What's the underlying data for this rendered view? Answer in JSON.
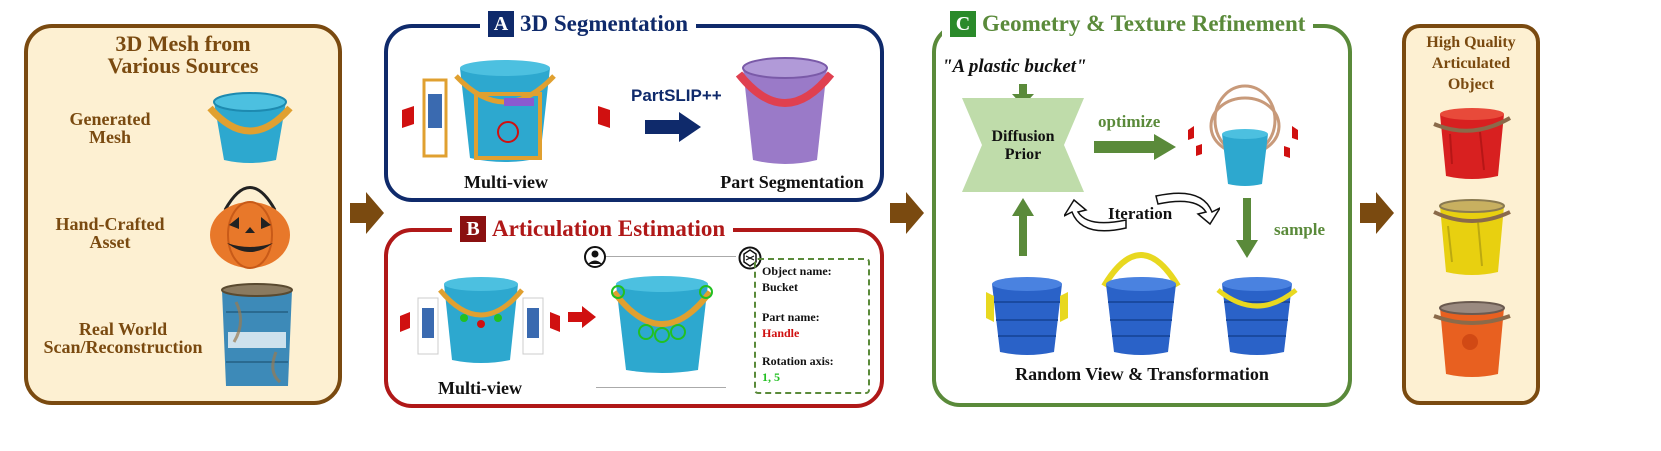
{
  "colors": {
    "brown": "#7a4a10",
    "cream": "#fdf0d2",
    "navy": "#0f2a6b",
    "red": "#b01818",
    "green": "#5a8a3a",
    "bucket_blue": "#2da8cf",
    "handle_orange": "#e0a030",
    "purple": "#9a7ac8",
    "prior_green": "#bfdcaa",
    "accent_red": "#d01010",
    "axis_green": "#22c022"
  },
  "left": {
    "title_line1": "3D Mesh from",
    "title_line2": "Various Sources",
    "items": [
      {
        "line1": "Generated",
        "line2": "Mesh"
      },
      {
        "line1": "Hand-Crafted",
        "line2": "Asset"
      },
      {
        "line1": "Real World",
        "line2": "Scan/Reconstruction"
      }
    ]
  },
  "panel_a": {
    "badge": "A",
    "title": "3D Segmentation",
    "method": "PartSLIP++",
    "caption_left": "Multi-view",
    "caption_right": "Part Segmentation"
  },
  "panel_b": {
    "badge": "B",
    "title": "Articulation Estimation",
    "caption": "Multi-view",
    "labels": [
      {
        "key": "Object name:",
        "value": "Bucket"
      },
      {
        "key": "Part name:",
        "value": "Handle"
      },
      {
        "key": "Rotation axis:",
        "value": "1, 5"
      }
    ]
  },
  "panel_c": {
    "badge": "C",
    "title": "Geometry & Texture Refinement",
    "prompt": "\"A plastic bucket\"",
    "prior_line1": "Diffusion",
    "prior_line2": "Prior",
    "optimize": "optimize",
    "iteration": "Iteration",
    "sample": "sample",
    "caption": "Random View & Transformation"
  },
  "right": {
    "line1": "High Quality",
    "line2": "Articulated",
    "line3": "Object"
  }
}
